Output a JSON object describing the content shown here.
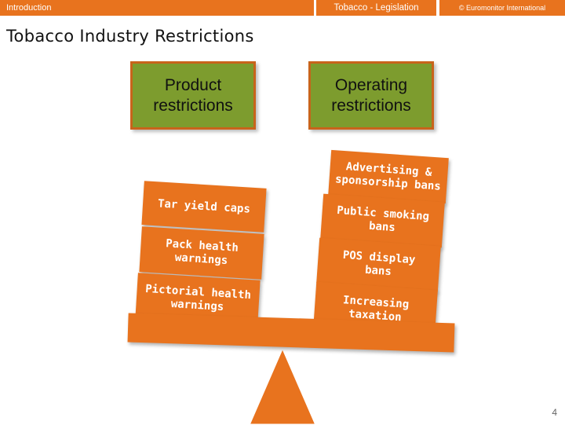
{
  "header": {
    "section": "Introduction",
    "topic": "Tobacco - Legislation",
    "copyright": "© Euromonitor International"
  },
  "title": "Tobacco Industry Restrictions",
  "categories": {
    "product": "Product\nrestrictions",
    "operating": "Operating\nrestrictions"
  },
  "product_items": [
    "Tar yield caps",
    "Pack health\nwarnings",
    "Pictorial health\nwarnings"
  ],
  "operating_items": [
    "Advertising &\nsponsorship bans",
    "Public smoking\nbans",
    "POS display\nbans",
    "Increasing\ntaxation"
  ],
  "page_number": "4",
  "colors": {
    "accent_orange": "#e8731e",
    "category_green": "#7d9c2e",
    "border_orange": "#c8641b"
  }
}
